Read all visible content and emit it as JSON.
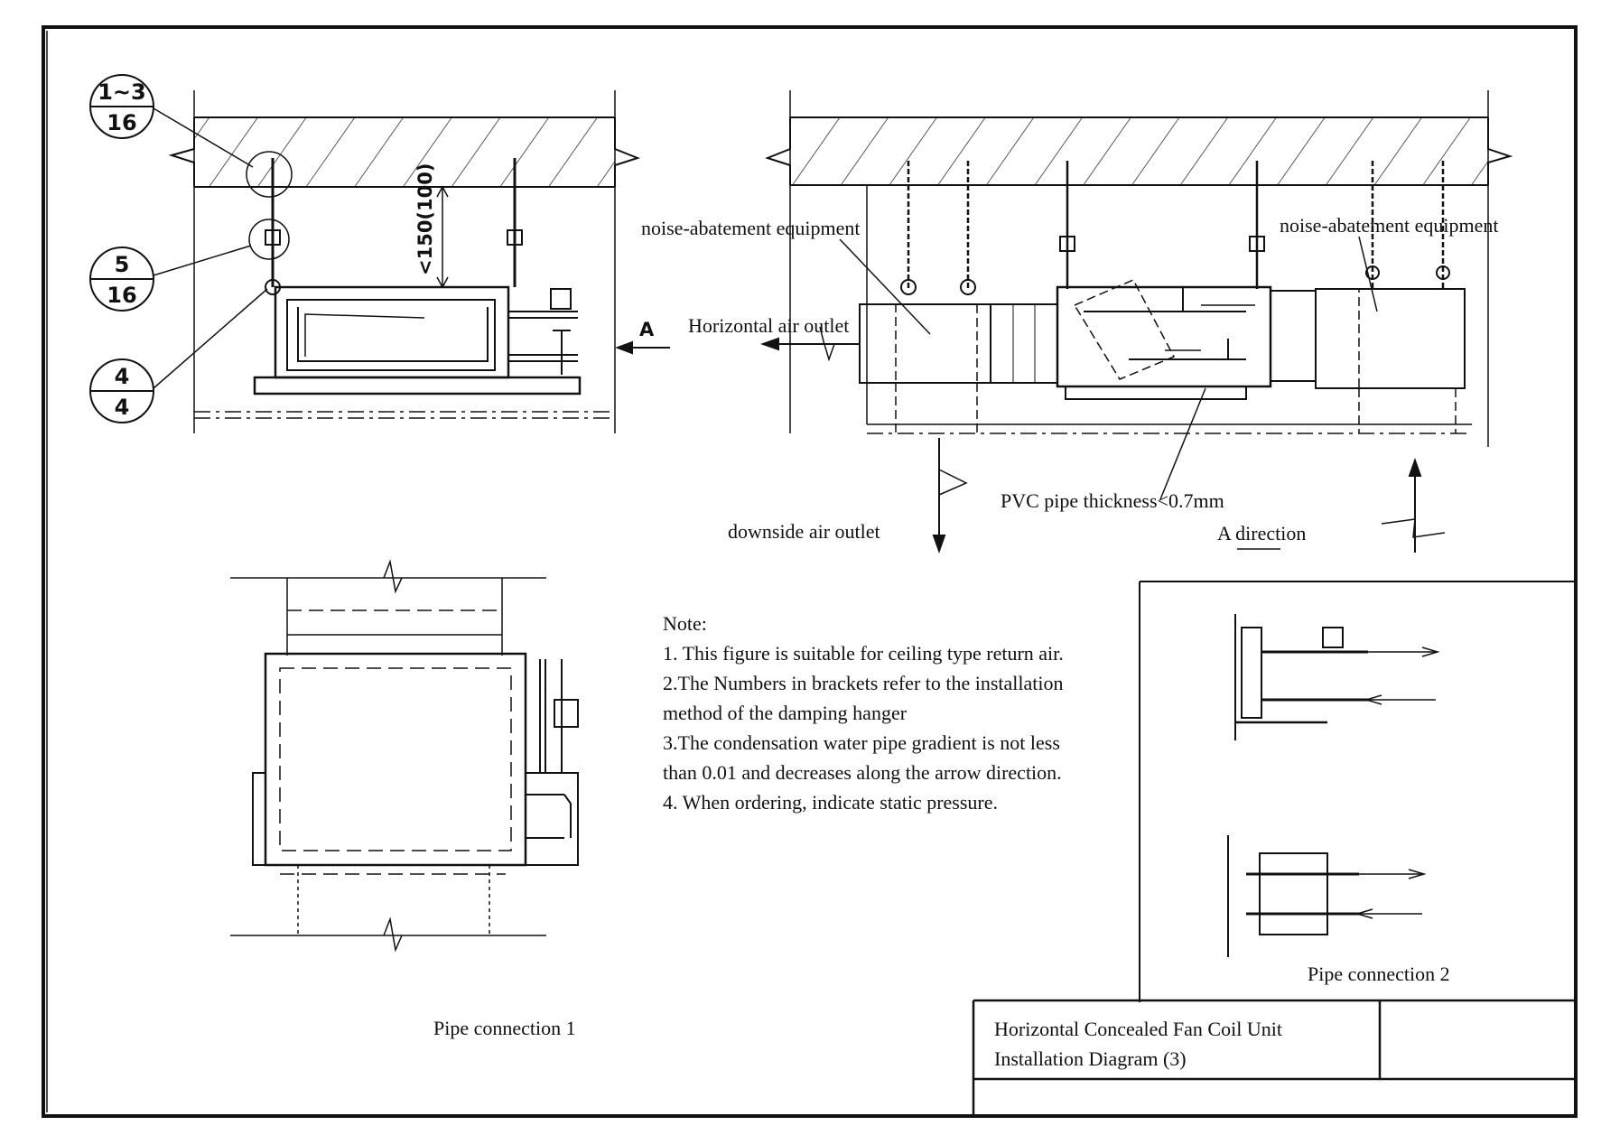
{
  "bubbles": [
    {
      "top": "1~3",
      "bottom": "16"
    },
    {
      "top": "5",
      "bottom": "16"
    },
    {
      "top": "4",
      "bottom": "4"
    }
  ],
  "dimension_label": "<150(100)",
  "view_marker": "A",
  "labels": {
    "noise_left": "noise-abatement equipment",
    "noise_right": "noise-abatement equipment",
    "horizontal_outlet": "Horizontal air outlet",
    "pvc_pipe": "PVC pipe thickness<0.7mm",
    "downside_outlet": "downside air outlet",
    "a_direction": "A direction",
    "pipe_connection_1": "Pipe connection 1",
    "pipe_connection_2": "Pipe connection 2"
  },
  "notes": {
    "heading": "Note:",
    "lines": [
      "1. This figure is suitable for ceiling type return air.",
      "2.The Numbers in brackets refer to the installation",
      "method of the damping hanger",
      "3.The condensation water pipe gradient is not less",
      "than 0.01 and decreases along the arrow direction.",
      "4. When ordering, indicate static pressure."
    ]
  },
  "title_block": {
    "line1": "Horizontal Concealed Fan Coil Unit",
    "line2": "Installation Diagram (3)"
  }
}
